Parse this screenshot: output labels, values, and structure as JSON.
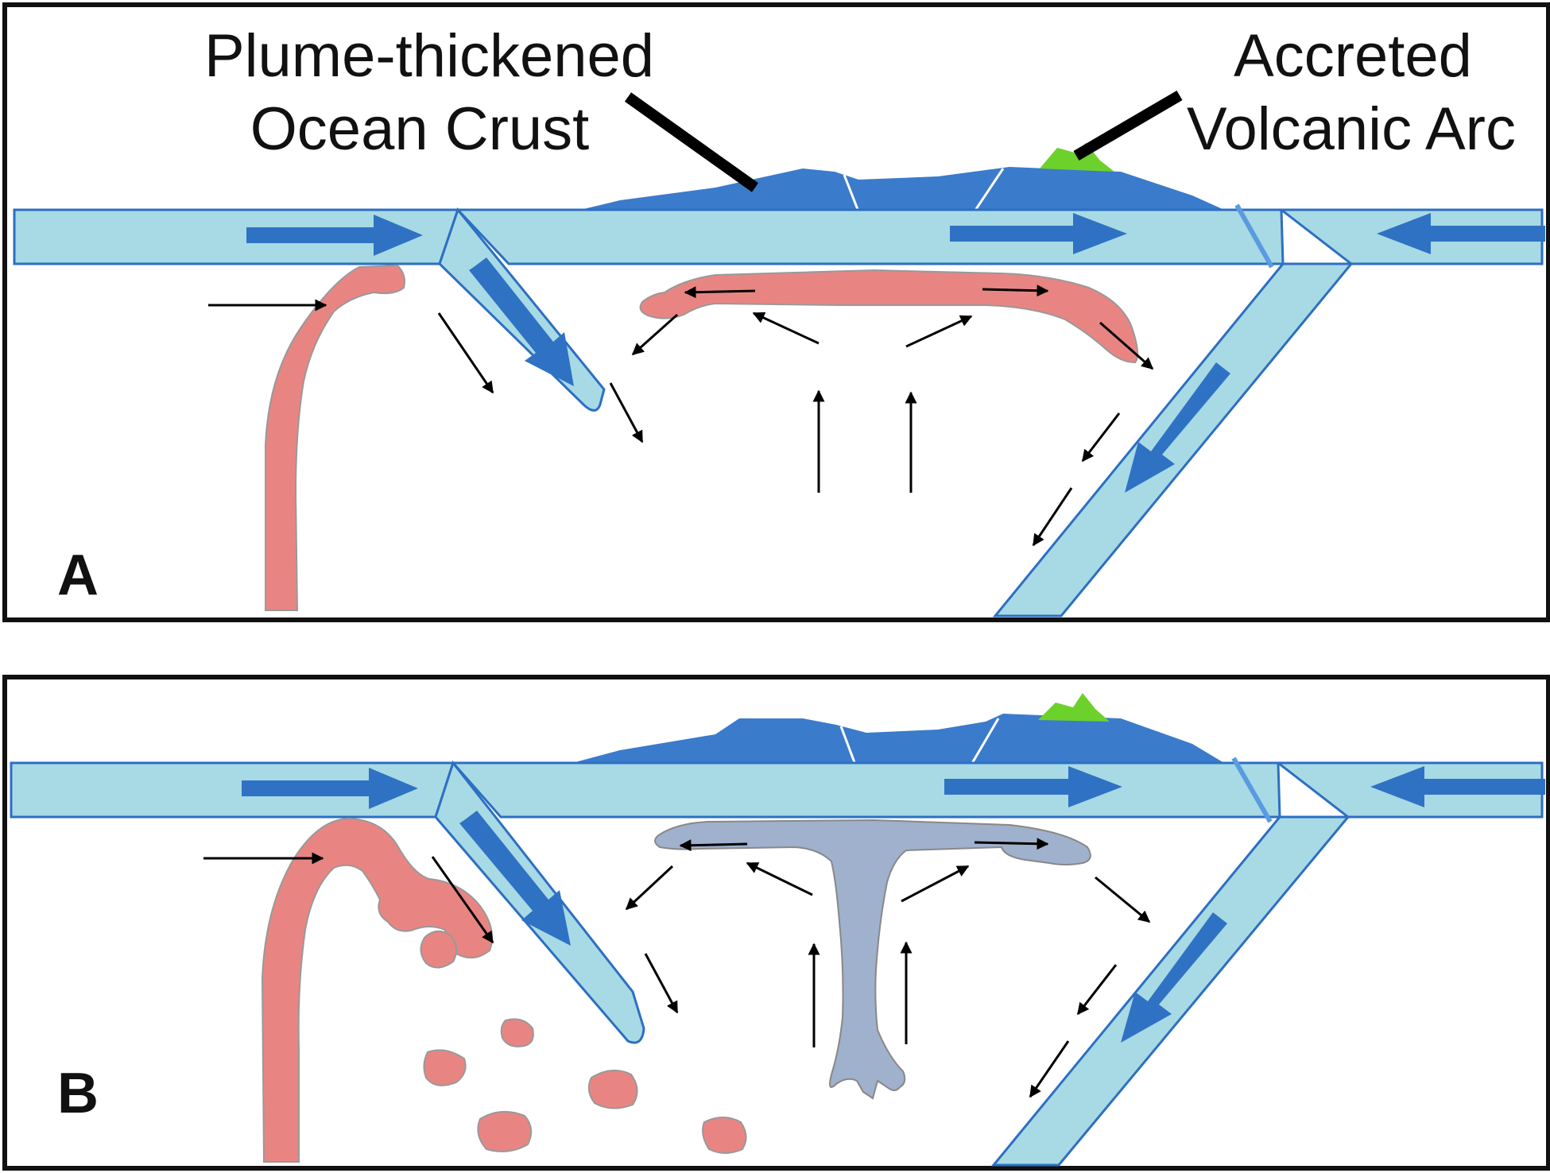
{
  "labels": {
    "plume_line1": "Plume-thickened",
    "plume_line2": "Ocean Crust",
    "arc_line1": "Accreted",
    "arc_line2": "Volcanic Arc"
  },
  "panels": [
    {
      "letter": "A"
    },
    {
      "letter": "B"
    }
  ],
  "colors": {
    "plate_fill": "#a8dae5",
    "plate_stroke": "#2d6fc2",
    "plate_arrow": "#2f72c4",
    "crust": "#3b7bcb",
    "arc": "#6dd12b",
    "plume": "#e88583",
    "slab_remnant": "#9fb1cc",
    "flow_arrow": "#000000",
    "frame": "#111111"
  }
}
